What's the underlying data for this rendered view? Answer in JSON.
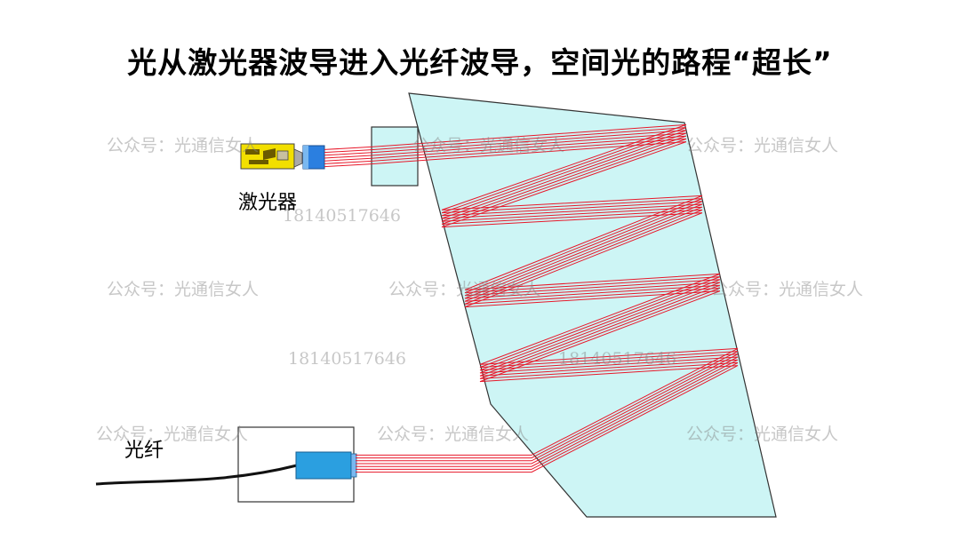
{
  "title": "光从激光器波导进入光纤波导，空间光的路程“超长”",
  "labels": {
    "laser": "激光器",
    "fiber": "光纤"
  },
  "watermarks": {
    "name": "公众号：光通信女人",
    "phone": "18140517646"
  },
  "colors": {
    "beam": "#e8182a",
    "slab_fill": "#cdf5f5",
    "laser_chip": "#f2df00",
    "fiber_connector": "#2b9fe0"
  }
}
